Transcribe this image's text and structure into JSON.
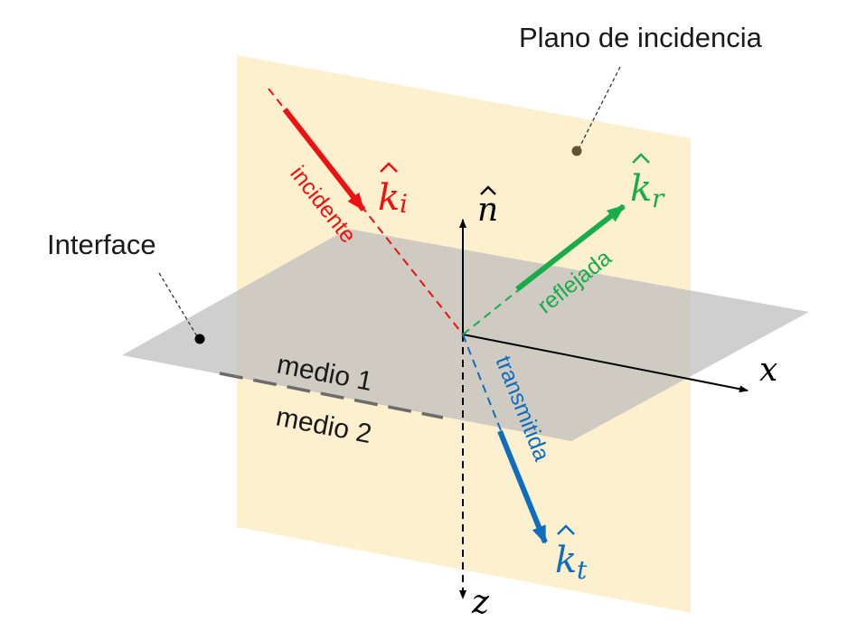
{
  "labels": {
    "plane_of_incidence": "Plano de incidencia",
    "interface": "Interface",
    "medium_1": "medio 1",
    "medium_2": "medio 2"
  },
  "rays": {
    "incident": {
      "label": "incidente",
      "vector": "k",
      "subscript": "i",
      "color": "#ee1111"
    },
    "reflected": {
      "label": "reflejada",
      "vector": "k",
      "subscript": "r",
      "color": "#1aac4a"
    },
    "transmitted": {
      "label": "transmitida",
      "vector": "k",
      "subscript": "t",
      "color": "#0f6dbf"
    }
  },
  "axes": {
    "normal": {
      "vector": "n"
    },
    "x": "x",
    "z": "z"
  },
  "colors": {
    "plane_of_incidence": "#fdf0cf",
    "interface": "#c9c9c9",
    "axis": "#000000",
    "medium_boundary": "#6b6b6b"
  }
}
